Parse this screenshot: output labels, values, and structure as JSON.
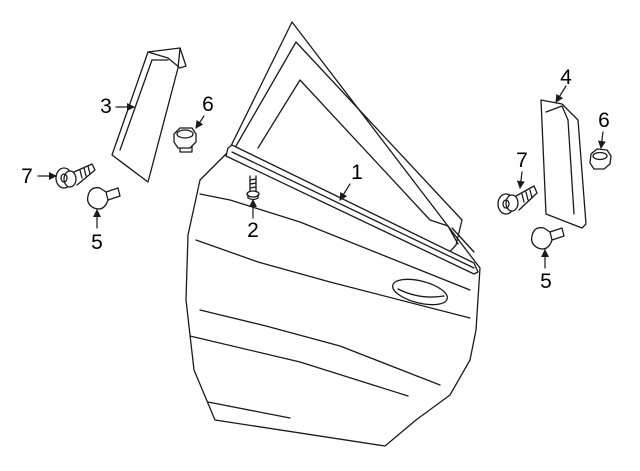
{
  "colors": {
    "line": "#1a1a1a",
    "fill": "#ffffff",
    "text": "#000000"
  },
  "callouts": [
    {
      "id": "n1",
      "label": "1",
      "part": "belt-molding"
    },
    {
      "id": "n2",
      "label": "2",
      "part": "molding-stud"
    },
    {
      "id": "n3",
      "label": "3",
      "part": "front-applique"
    },
    {
      "id": "n4",
      "label": "4",
      "part": "rear-applique"
    },
    {
      "id": "n5a",
      "label": "5",
      "part": "retainer-left"
    },
    {
      "id": "n5b",
      "label": "5",
      "part": "retainer-right"
    },
    {
      "id": "n6a",
      "label": "6",
      "part": "nut-left"
    },
    {
      "id": "n6b",
      "label": "6",
      "part": "nut-right"
    },
    {
      "id": "n7a",
      "label": "7",
      "part": "bolt-left"
    },
    {
      "id": "n7b",
      "label": "7",
      "part": "bolt-right"
    }
  ]
}
